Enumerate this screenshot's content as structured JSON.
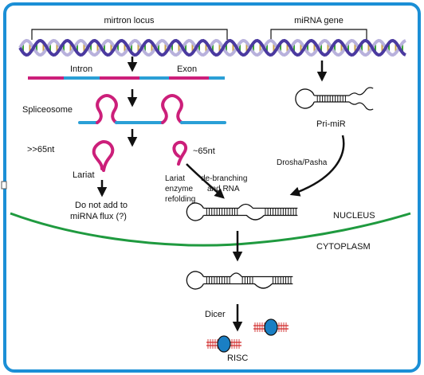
{
  "labels": {
    "mirtron_locus": "mirtron locus",
    "mirna_gene": "miRNA gene",
    "intron": "Intron",
    "exon": "Exon",
    "spliceosome": "Spliceosome",
    "gt65nt": ">>65nt",
    "approx65nt": "~65nt",
    "lariat": "Lariat",
    "do_not_add_line1": "Do not add to",
    "do_not_add_line2": "miRNA flux (?)",
    "lariat_enzyme_line1": "Lariat",
    "lariat_enzyme_line2": "enzyme",
    "lariat_enzyme_line3": "refolding",
    "debranching_line1": "de-branching",
    "debranching_line2": "and RNA",
    "pri_mir": "Pri-miR",
    "drosha_pasha": "Drosha/Pasha",
    "nucleus": "NUCLEUS",
    "cytoplasm": "CYTOPLASM",
    "dicer": "Dicer",
    "risc": "RISC"
  },
  "colors": {
    "frame": "#1b8fd6",
    "dna_strand_a": "#4b3aa0",
    "dna_strand_b": "#b8b1dc",
    "dna_rung_green": "#3aa535",
    "dna_rung_tan": "#c9a24a",
    "intron": "#cc1f7a",
    "exon": "#2a9fd6",
    "membrane": "#1f9a3f",
    "risc_protein": "#1a7fc4",
    "risc_rna": "#d12a2a",
    "arrow": "#111111"
  }
}
